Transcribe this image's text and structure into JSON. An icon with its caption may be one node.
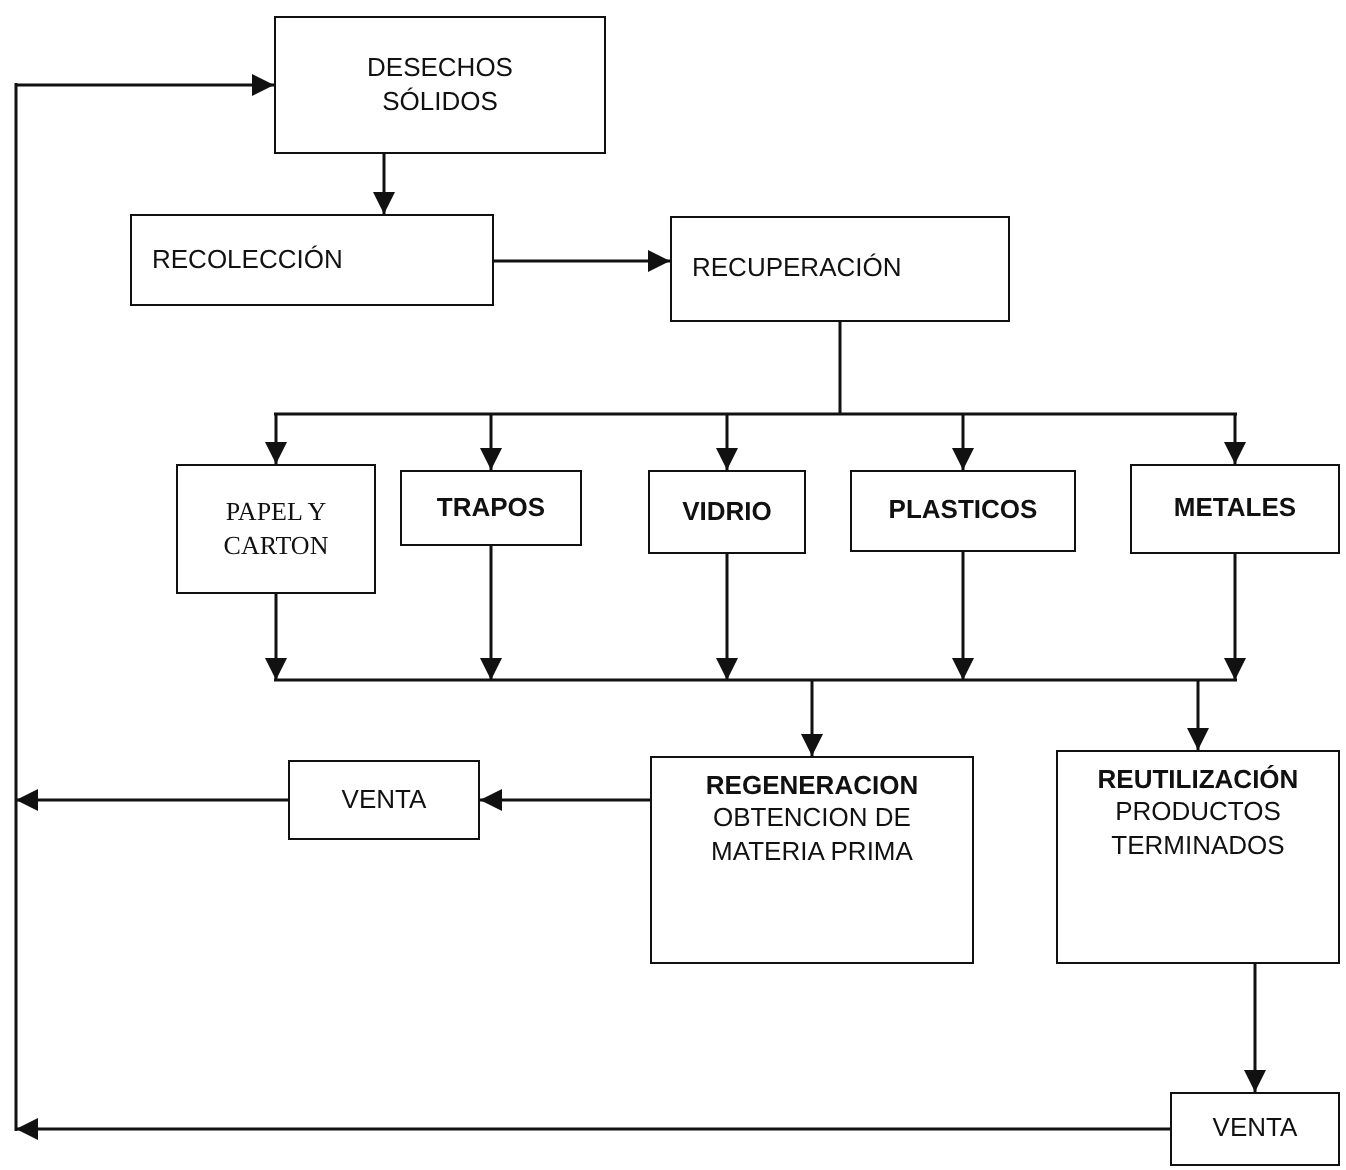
{
  "diagram": {
    "nodes": [
      {
        "text": [
          "DESECHOS SÓLIDOS"
        ]
      },
      {
        "text": [
          "RECOLECCIÓN"
        ]
      },
      {
        "text": [
          "RECUPERACIÓN"
        ]
      },
      {
        "text": [
          "PAPEL Y CARTON"
        ]
      },
      {
        "text": [
          "TRAPOS"
        ]
      },
      {
        "text": [
          "VIDRIO"
        ]
      },
      {
        "text": [
          "PLASTICOS"
        ]
      },
      {
        "text": [
          "METALES"
        ]
      },
      {
        "text": [
          "REGENERACION",
          "OBTENCION DE MATERIA PRIMA"
        ]
      },
      {
        "text": [
          "REUTILIZACIÓN",
          "PRODUCTOS TERMINADOS"
        ]
      },
      {
        "text": [
          "VENTA"
        ]
      },
      {
        "text": [
          "VENTA"
        ]
      }
    ],
    "edges": [
      {
        "from": 0,
        "to": 1,
        "arrow": "to"
      },
      {
        "from": 1,
        "to": 2,
        "arrow": "to"
      },
      {
        "from": 2,
        "to": 3,
        "arrow": "to"
      },
      {
        "from": 2,
        "to": 4,
        "arrow": "to"
      },
      {
        "from": 2,
        "to": 5,
        "arrow": "to"
      },
      {
        "from": 2,
        "to": 6,
        "arrow": "to"
      },
      {
        "from": 2,
        "to": 7,
        "arrow": "to"
      },
      {
        "from": 3,
        "to": 8,
        "arrow": "to"
      },
      {
        "from": 3,
        "to": 9,
        "arrow": "to"
      },
      {
        "from": 4,
        "to": 8,
        "arrow": "to"
      },
      {
        "from": 4,
        "to": 9,
        "arrow": "to"
      },
      {
        "from": 5,
        "to": 8,
        "arrow": "to"
      },
      {
        "from": 5,
        "to": 9,
        "arrow": "to"
      },
      {
        "from": 6,
        "to": 8,
        "arrow": "to"
      },
      {
        "from": 6,
        "to": 9,
        "arrow": "to"
      },
      {
        "from": 7,
        "to": 8,
        "arrow": "to"
      },
      {
        "from": 7,
        "to": 9,
        "arrow": "to"
      },
      {
        "from": 8,
        "to": 10,
        "arrow": "to"
      },
      {
        "from": 9,
        "to": 11,
        "arrow": "to"
      },
      {
        "from": 10,
        "to": 0,
        "arrow": "to"
      },
      {
        "from": 11,
        "to": 0,
        "arrow": "to"
      }
    ]
  }
}
